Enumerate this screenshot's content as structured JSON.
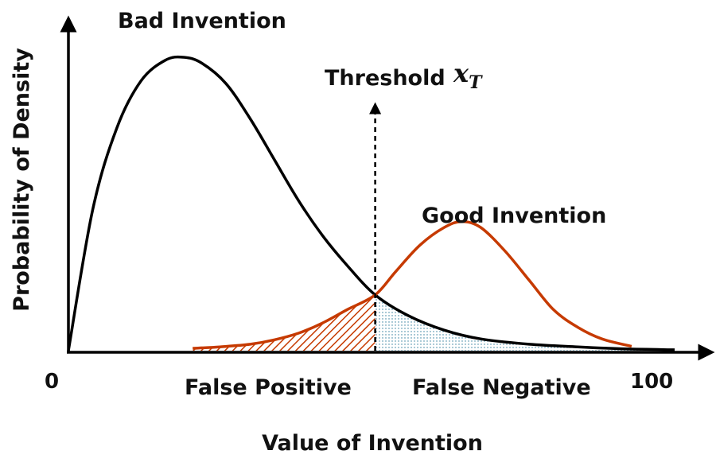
{
  "chart_data": {
    "type": "area",
    "xlabel": "Value of Invention",
    "ylabel": "Probability of Density",
    "xlim": [
      0,
      100
    ],
    "x_tick_labels": [
      "0",
      "100"
    ],
    "grid": false,
    "legend": "none",
    "threshold": {
      "label": "Threshold",
      "symbol": "x",
      "subscript": "T",
      "x": 50.6
    },
    "series": [
      {
        "name": "Bad Invention",
        "color": "#000000",
        "x": [
          0,
          4,
          8,
          12,
          16,
          19,
          22,
          26,
          30,
          34,
          38,
          42,
          46,
          50.6,
          56,
          62,
          68,
          76,
          84,
          92,
          100
        ],
        "y": [
          0,
          48,
          76,
          92,
          99,
          100,
          98,
          91,
          79,
          65,
          51,
          39,
          29,
          19,
          12,
          7,
          4,
          2.2,
          1.3,
          0.6,
          0.3
        ]
      },
      {
        "name": "Good Invention",
        "color": "#c63a00",
        "x": [
          20.5,
          25,
          30,
          34,
          38,
          42,
          46,
          50.6,
          54,
          58,
          62,
          64.9,
          68,
          72,
          76,
          80,
          84,
          88,
          92.9
        ],
        "y": [
          0.8,
          1.3,
          2.2,
          3.7,
          6,
          9.5,
          14,
          19,
          27,
          36,
          42,
          44,
          42,
          34,
          24,
          14,
          8,
          4,
          1.5
        ]
      }
    ],
    "annotations": [
      {
        "text": "False Positive",
        "region": "left of threshold, under Good Invention"
      },
      {
        "text": "False Negative",
        "region": "right of threshold, under Bad Invention"
      }
    ]
  },
  "labels": {
    "bad": "Bad Invention",
    "good": "Good Invention",
    "false_positive": "False Positive",
    "false_negative": "False Negative"
  }
}
